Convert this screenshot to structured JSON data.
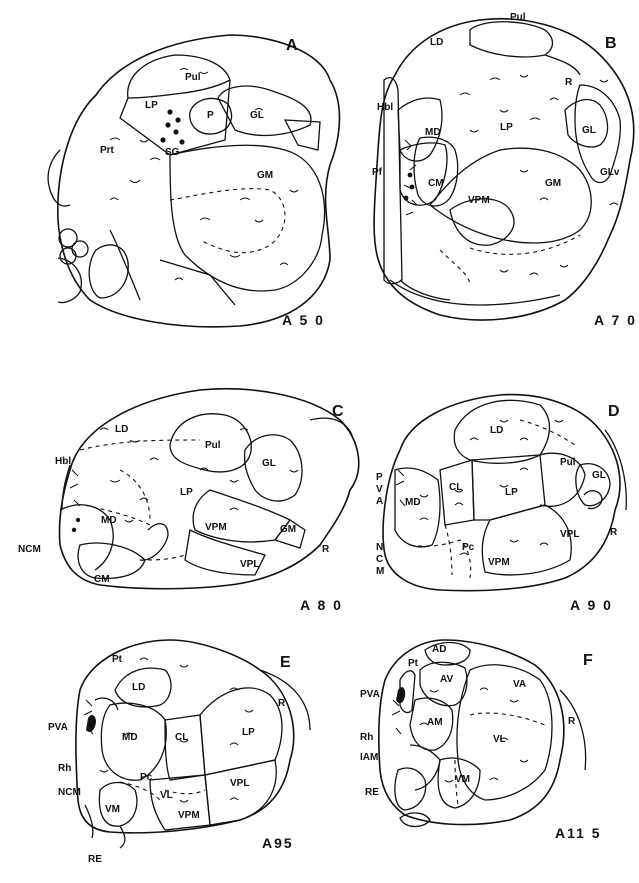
{
  "panels": {
    "A": {
      "letter": "A",
      "level": "A 5 0",
      "labels": [
        "Pul",
        "LP",
        "P",
        "GL",
        "Prt",
        "SG",
        "GM"
      ]
    },
    "B": {
      "letter": "B",
      "level": "A 7 0",
      "labels": [
        "LD",
        "Pul",
        "R",
        "Hbl",
        "MD",
        "LP",
        "GL",
        "GLv",
        "Pf",
        "CM",
        "VPM",
        "GM"
      ]
    },
    "C": {
      "letter": "C",
      "level": "A 8 0",
      "labels": [
        "Hbl",
        "LD",
        "Pul",
        "GL",
        "LP",
        "MD",
        "NCM",
        "VPM",
        "GM",
        "R",
        "VPL",
        "CM"
      ]
    },
    "D": {
      "letter": "D",
      "level": "A 9 0",
      "labels": [
        "LD",
        "P",
        "V",
        "A",
        "Pul",
        "GL",
        "MD",
        "CL",
        "LP",
        "R",
        "VPL",
        "N",
        "C",
        "M",
        "Pc",
        "VPM"
      ]
    },
    "E": {
      "letter": "E",
      "level": "A95",
      "labels": [
        "Pt",
        "LD",
        "R",
        "LP",
        "PVA",
        "MD",
        "CL",
        "Rh",
        "Pc",
        "NCM",
        "VPL",
        "VL",
        "VM",
        "VPM",
        "RE"
      ]
    },
    "F": {
      "letter": "F",
      "level": "A11 5",
      "labels": [
        "AD",
        "Pt",
        "AV",
        "VA",
        "PVA",
        "AM",
        "R",
        "Rh",
        "IAM",
        "VL",
        "VM",
        "RE"
      ]
    }
  }
}
